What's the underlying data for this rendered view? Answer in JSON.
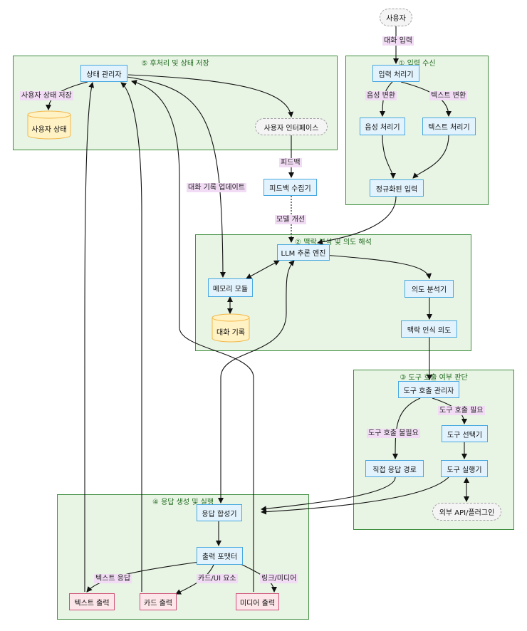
{
  "groups": {
    "g1": "① 입력 수신",
    "g2": "② 맥락 분석 및 의도 해석",
    "g3": "③ 도구 호출 여부 판단",
    "g4": "④ 응답 생성 및 실행",
    "g5": "⑤ 후처리 및 상태 저장"
  },
  "nodes": {
    "user": "사용자",
    "input_processor": "입력 처리기",
    "voice_processor": "음성 처리기",
    "text_processor": "텍스트 처리기",
    "normalized_input": "정규화된 입력",
    "llm_engine": "LLM 추론 엔진",
    "memory_module": "메모리 모듈",
    "conversation_log": "대화 기록",
    "intent_analyzer": "의도 분석기",
    "context_intent": "맥락 인식 의도",
    "tool_call_manager": "도구 호출 관리자",
    "tool_selector": "도구 선택기",
    "tool_executor": "도구 실행기",
    "direct_response": "직접 응답 경로",
    "external_api": "외부 API/플러그인",
    "response_synthesizer": "응답 합성기",
    "output_formatter": "출력 포맷터",
    "text_output": "텍스트 출력",
    "card_output": "카드 출력",
    "media_output": "미디어 출력",
    "state_manager": "상태 관리자",
    "user_state": "사용자 상태",
    "user_interface": "사용자 인터페이스",
    "feedback_collector": "피드백 수집기"
  },
  "edge_labels": {
    "conversation_input": "대화 입력",
    "voice_conversion": "음성 변환",
    "text_conversion": "텍스트 변환",
    "tool_call_needed": "도구 호출 필요",
    "tool_call_not_needed": "도구 호출 불필요",
    "text_response": "텍스트 응답",
    "card_ui": "카드/UI 요소",
    "link_media": "링크/미디어",
    "save_user_state": "사용자 상태 저장",
    "update_history": "대화 기록 업데이트",
    "feedback": "피드백",
    "model_improvement": "모델 개선"
  },
  "colors": {
    "group_fill": "#e8f4e4",
    "group_border": "#3f8f3f",
    "node_fill": "#e3f3fd",
    "node_border": "#47a8e0",
    "output_fill": "#fde6ea",
    "output_border": "#d0507a",
    "cylinder_fill": "#fff2c4",
    "cylinder_border": "#f2b84a",
    "edge_label_fill": "#f2dcf5",
    "edge_color": "#111111"
  }
}
